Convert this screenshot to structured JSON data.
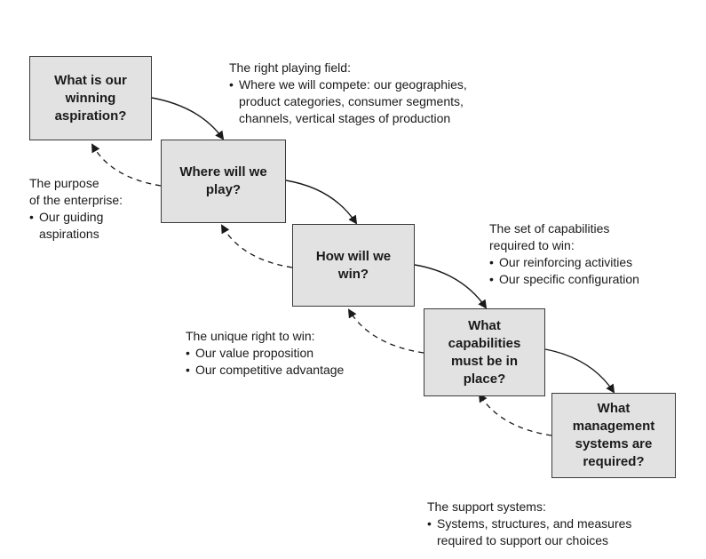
{
  "steps": [
    {
      "label": "What is our\nwinning\naspiration?"
    },
    {
      "label": "Where will we\nplay?"
    },
    {
      "label": "How will we\nwin?"
    },
    {
      "label": "What\ncapabilities\nmust be in\nplace?"
    },
    {
      "label": "What\nmanagement\nsystems are\nrequired?"
    }
  ],
  "notes": {
    "playing_field": {
      "heading": "The right playing field:",
      "items": [
        "Where we will compete: our geographies,\nproduct categories, consumer segments,\nchannels, vertical stages of production"
      ]
    },
    "purpose": {
      "heading": "The purpose\nof the enterprise:",
      "items": [
        "Our guiding\naspirations"
      ]
    },
    "capabilities": {
      "heading": "The set of capabilities\nrequired to win:",
      "items": [
        "Our reinforcing activities",
        "Our specific configuration"
      ]
    },
    "right_to_win": {
      "heading": "The unique right to win:",
      "items": [
        "Our value proposition",
        "Our competitive advantage"
      ]
    },
    "support": {
      "heading": "The support systems:",
      "items": [
        "Systems, structures, and measures\nrequired to support our choices"
      ]
    }
  }
}
